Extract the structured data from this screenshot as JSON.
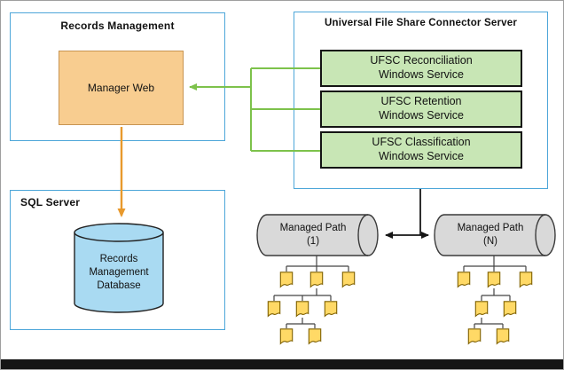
{
  "diagram": {
    "records_management": {
      "title": "Records Management",
      "manager_web_label": "Manager Web"
    },
    "ufsc_server": {
      "title": "Universal File Share Connector Server",
      "services": [
        {
          "label": "UFSC Reconciliation\nWindows Service"
        },
        {
          "label": "UFSC Retention\nWindows Service"
        },
        {
          "label": "UFSC Classification\nWindows Service"
        }
      ]
    },
    "sql_server": {
      "title": "SQL Server",
      "database_label": "Records\nManagement\nDatabase"
    },
    "managed_paths": [
      {
        "label": "Managed Path\n(1)"
      },
      {
        "label": "Managed Path\n(N)"
      }
    ],
    "connections": [
      {
        "from": "ufsc_services",
        "to": "manager_web",
        "color": "#7dc24b"
      },
      {
        "from": "manager_web",
        "to": "records_management_database",
        "color": "#e8992c"
      },
      {
        "from": "ufsc_server",
        "to": "managed_paths",
        "color": "#161616"
      }
    ],
    "icons": {
      "database": "database-cylinder-icon",
      "managed_path": "cylinder-icon",
      "file": "document-icon"
    },
    "colors": {
      "container_border_blue": "#4da6d9",
      "service_fill_green": "#c8e6b5",
      "connector_green": "#7dc24b",
      "manager_web_fill": "#f8cd90",
      "arrow_orange": "#e8992c",
      "database_fill": "#a9daf2",
      "cylinder_fill": "#d9d9d9",
      "document_fill": "#ffd966",
      "line_black": "#161616"
    }
  }
}
